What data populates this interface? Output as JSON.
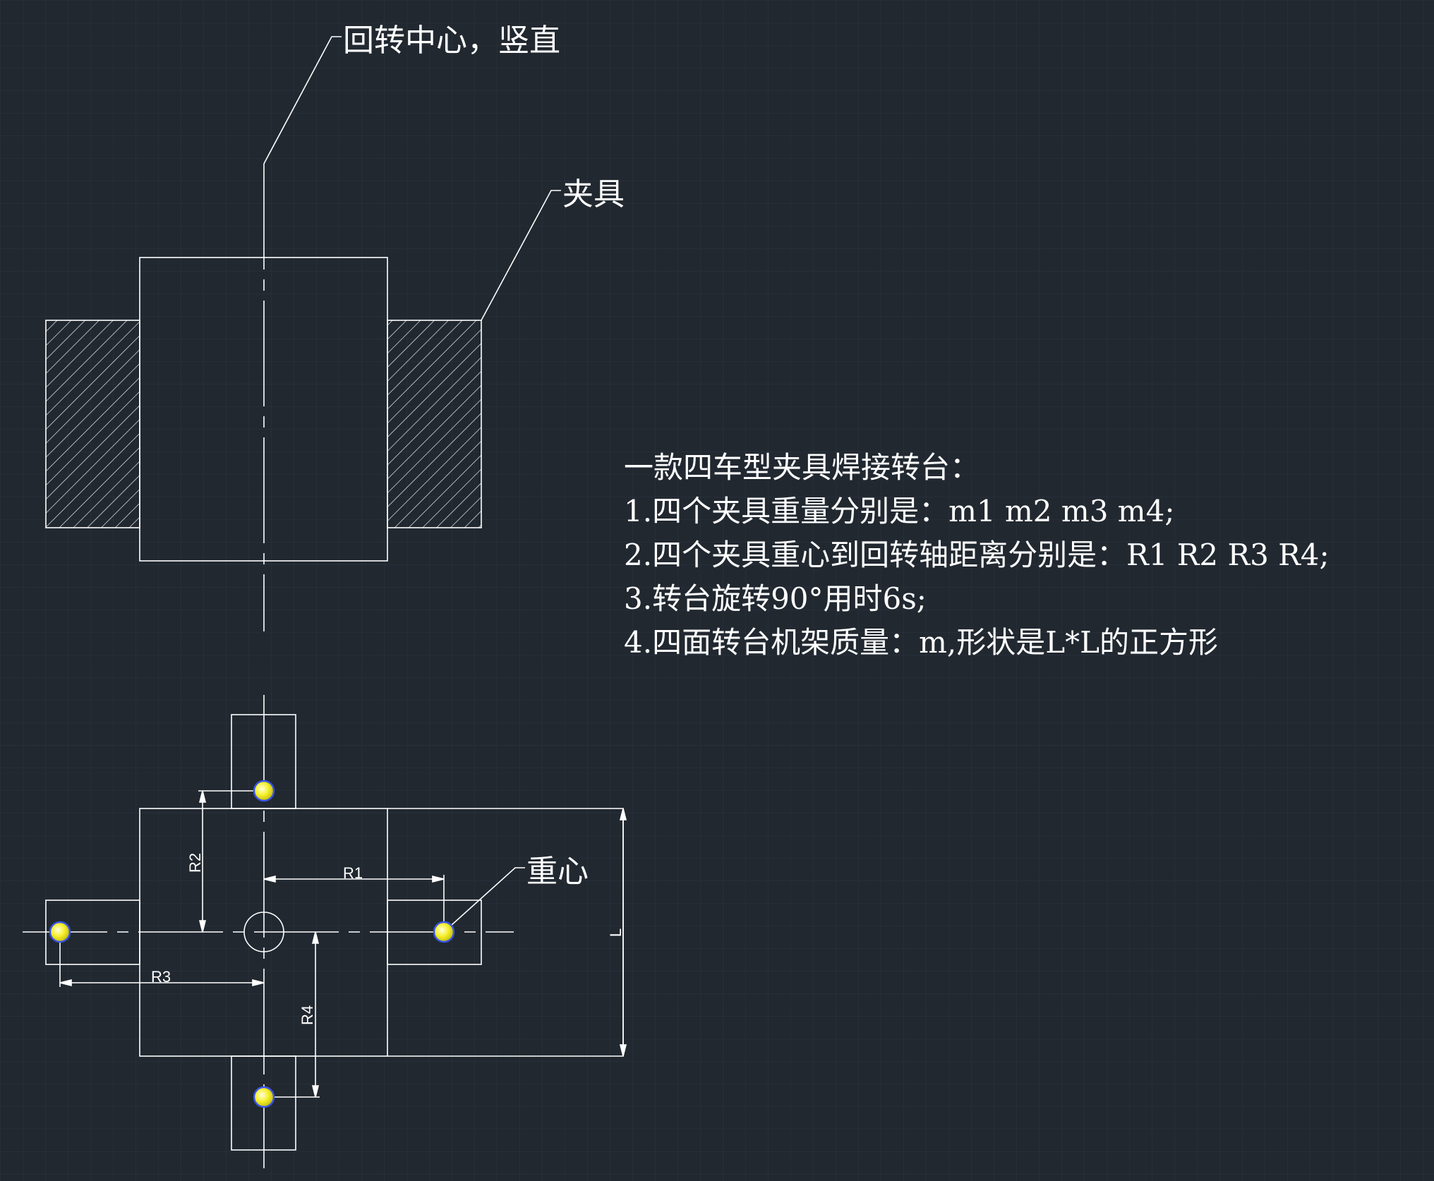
{
  "labels": {
    "rotation_center": "回转中心，竖直",
    "fixture": "夹具",
    "center_of_gravity": "重心"
  },
  "dimensions": {
    "r1": "R1",
    "r2": "R2",
    "r3": "R3",
    "r4": "R4",
    "side": "L"
  },
  "notes": [
    "一款四车型夹具焊接转台：",
    "1.四个夹具重量分别是：m1  m2  m3  m4;",
    "2.四个夹具重心到回转轴距离分别是：R1 R2 R3 R4;",
    "3.转台旋转90°用时6s;",
    "4.四面转台机架质量：m,形状是L*L的正方形"
  ],
  "colors": {
    "background": "#212830",
    "grid": "#2d3541",
    "lines": "#ffffff",
    "cog_fill": "#f5ef2a",
    "cog_ring": "#3a55e6"
  }
}
